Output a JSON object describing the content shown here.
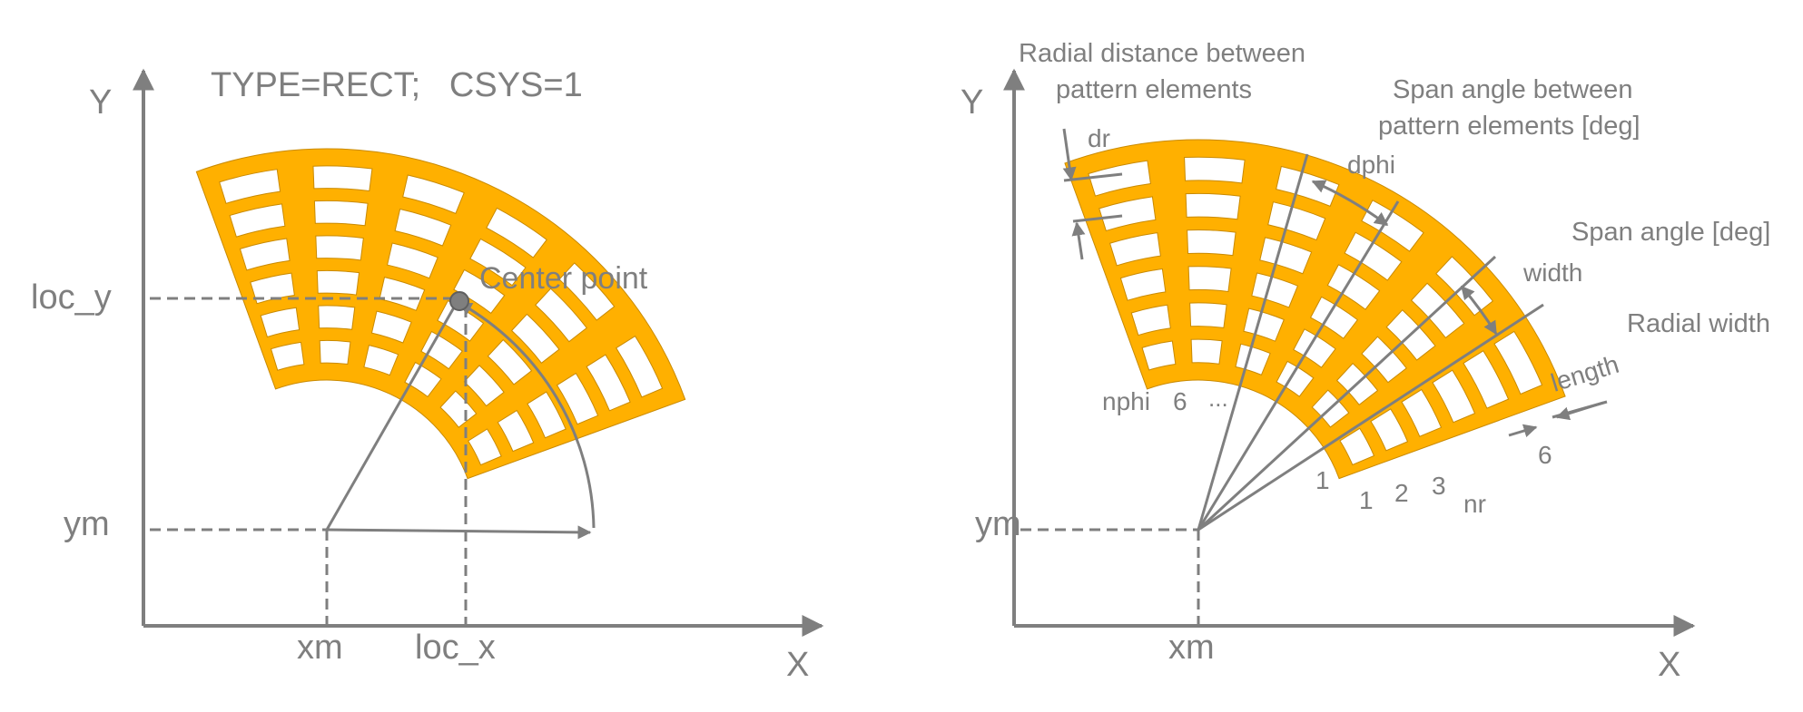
{
  "colors": {
    "pattern_fill": "#FFB000",
    "annotation_gray": "#7F7F7F",
    "hole": "#FFFFFF"
  },
  "left_panel": {
    "axis_y": "Y",
    "axis_x": "X",
    "type_label": "TYPE=RECT;   CSYS=1",
    "loc_y": "loc_y",
    "loc_x": "loc_x",
    "ym": "ym",
    "xm": "xm",
    "center_point": "Center point"
  },
  "right_panel": {
    "axis_y": "Y",
    "axis_x": "X",
    "ym": "ym",
    "xm": "xm",
    "radial_distance_line1": "Radial distance between",
    "radial_distance_line2": "pattern elements",
    "dr": "dr",
    "span_between_line1": "Span angle between",
    "span_between_line2": "pattern elements [deg]",
    "dphi": "dphi",
    "span_angle": "Span angle [deg]",
    "width": "width",
    "radial_width": "Radial width",
    "length": "length",
    "nphi": "nphi",
    "nphi_6": "6",
    "nphi_dots": "...",
    "phi_index_1": "1",
    "nr_1": "1",
    "nr_2": "2",
    "nr_3": "3",
    "nr": "nr",
    "nr_6": "6"
  }
}
